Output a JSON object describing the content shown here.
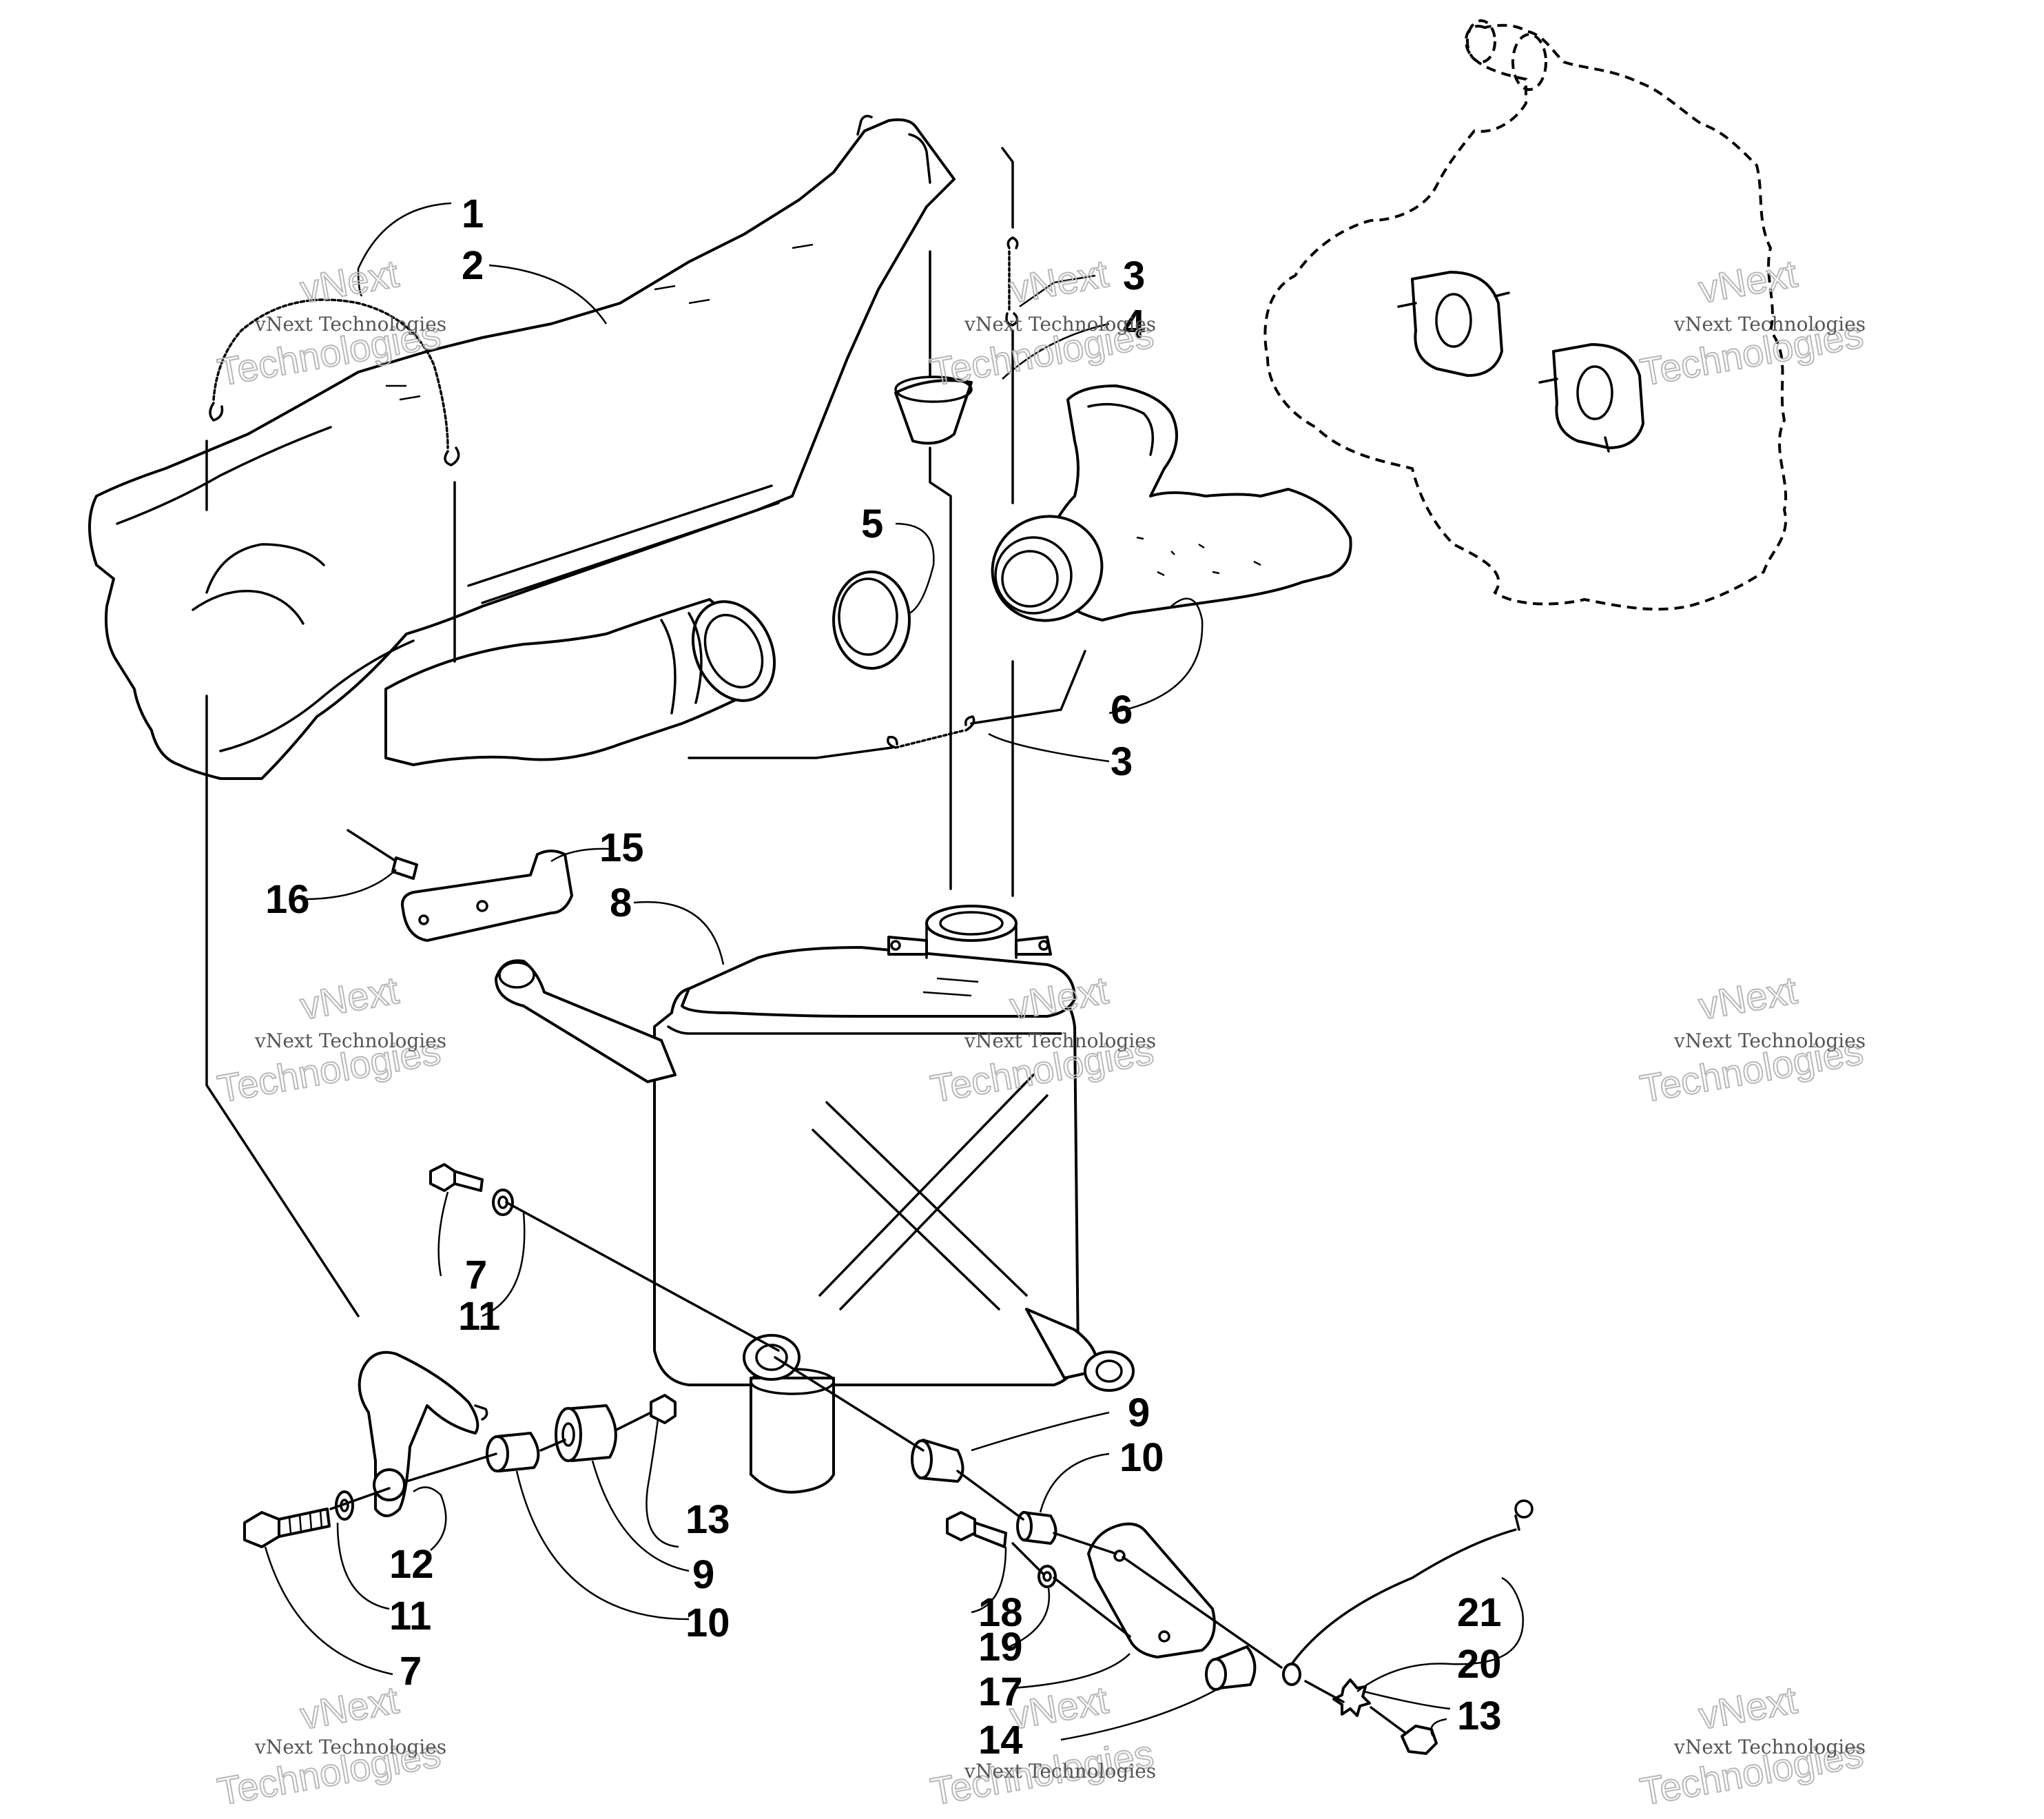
{
  "callouts": [
    "1",
    "2",
    "3",
    "4",
    "5",
    "6",
    "3",
    "7",
    "8",
    "9",
    "10",
    "11",
    "12",
    "13",
    "14",
    "15",
    "16",
    "17",
    "18",
    "19",
    "20",
    "21",
    "13",
    "9",
    "10",
    "11",
    "7"
  ],
  "watermark": {
    "line1": "vNext Technologies",
    "line2": "vNext",
    "line3": "Technologies"
  }
}
